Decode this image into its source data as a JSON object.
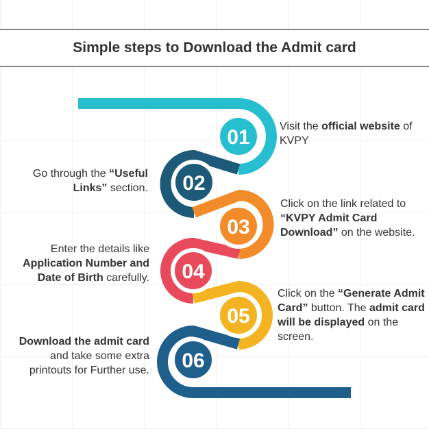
{
  "title": "Simple steps to Download the Admit card",
  "colors": {
    "step1": "#27bfcf",
    "step2": "#1d5a78",
    "step3": "#f28b2a",
    "step4": "#e8495b",
    "step5": "#f4b421",
    "step6": "#1f5f8c"
  },
  "steps": [
    {
      "number": "01",
      "parts": [
        {
          "t": "Visit the ",
          "b": false
        },
        {
          "t": "official website",
          "b": true
        },
        {
          "t": " of KVPY",
          "b": false
        }
      ]
    },
    {
      "number": "02",
      "parts": [
        {
          "t": "Go through the ",
          "b": false
        },
        {
          "t": "“Useful Links”",
          "b": true
        },
        {
          "t": " section.",
          "b": false
        }
      ]
    },
    {
      "number": "03",
      "parts": [
        {
          "t": "Click on the link related to ",
          "b": false
        },
        {
          "t": "“KVPY Admit Card Download”",
          "b": true
        },
        {
          "t": " on the website.",
          "b": false
        }
      ]
    },
    {
      "number": "04",
      "parts": [
        {
          "t": "Enter the details like ",
          "b": false
        },
        {
          "t": "Application Number and Date of Birth",
          "b": true
        },
        {
          "t": " carefully.",
          "b": false
        }
      ]
    },
    {
      "number": "05",
      "parts": [
        {
          "t": "Click on the ",
          "b": false
        },
        {
          "t": "“Generate Admit Card”",
          "b": true
        },
        {
          "t": " button. The ",
          "b": false
        },
        {
          "t": "admit card will be displayed",
          "b": true
        },
        {
          "t": " on the screen.",
          "b": false
        }
      ]
    },
    {
      "number": "06",
      "parts": [
        {
          "t": "Download the admit card",
          "b": true
        },
        {
          "t": " and take some extra printouts for Further use.",
          "b": false
        }
      ]
    }
  ]
}
